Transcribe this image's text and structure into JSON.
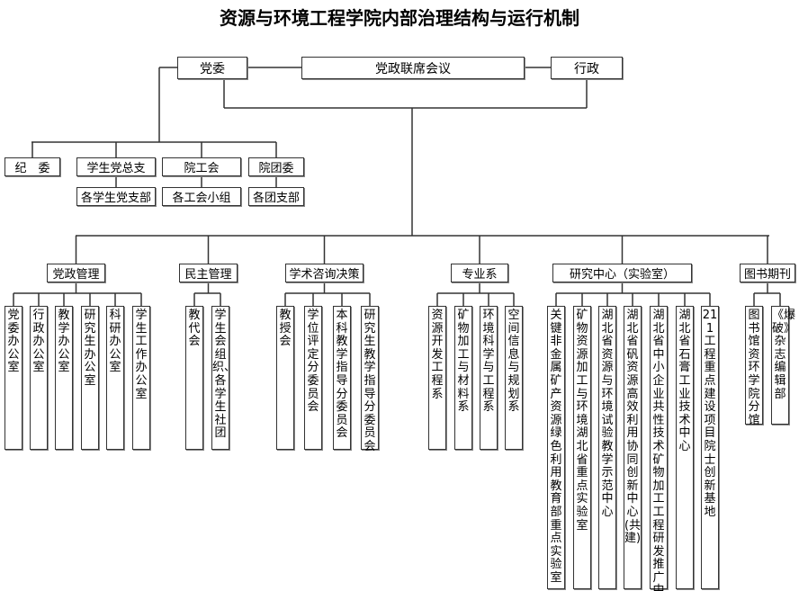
{
  "title": "资源与环境工程学院内部治理结构与运行机制",
  "top": {
    "left": "党委",
    "center": "党政联席会议",
    "right": "行政"
  },
  "party_units": [
    {
      "label": "纪　委",
      "child": null
    },
    {
      "label": "学生党总支",
      "child": "各学生党支部"
    },
    {
      "label": "院工会",
      "child": "各工会小组"
    },
    {
      "label": "院团委",
      "child": "各团支部"
    }
  ],
  "categories": [
    {
      "label": "党政管理",
      "items": [
        "党委办公室",
        "行政办公室",
        "教学办公室",
        "研究生办公室",
        "科研办公室",
        "学生工作办公室"
      ]
    },
    {
      "label": "民主管理",
      "items": [
        "教代会",
        "学生会组织、各学生社团"
      ]
    },
    {
      "label": "学术咨询决策",
      "items": [
        "教授会",
        "学位评定分委员会",
        "本科教学指导分委员会",
        "研究生教学指导分委员会"
      ]
    },
    {
      "label": "专业系",
      "items": [
        "资源开发工程系",
        "矿物加工与材料系",
        "环境科学与工程系",
        "空间信息与规划系"
      ]
    },
    {
      "label": "研究中心（实验室）",
      "items": [
        "关键非金属矿产资源绿色利用教育部重点实验室",
        "矿物资源加工与环境湖北省重点实验室",
        "湖北省资源与环境试验教学示范中心",
        "湖北省矾资源高效利用协同创新中心(共建)",
        "湖北省中小企业共性技术矿物加工工程研发推广中心",
        "湖北省石膏工业技术中心",
        "211工程重点建设项目院士创新基地"
      ]
    },
    {
      "label": "图书期刊",
      "items": [
        "图书馆资环学院分馆",
        "《爆破》杂志编辑部"
      ]
    }
  ]
}
